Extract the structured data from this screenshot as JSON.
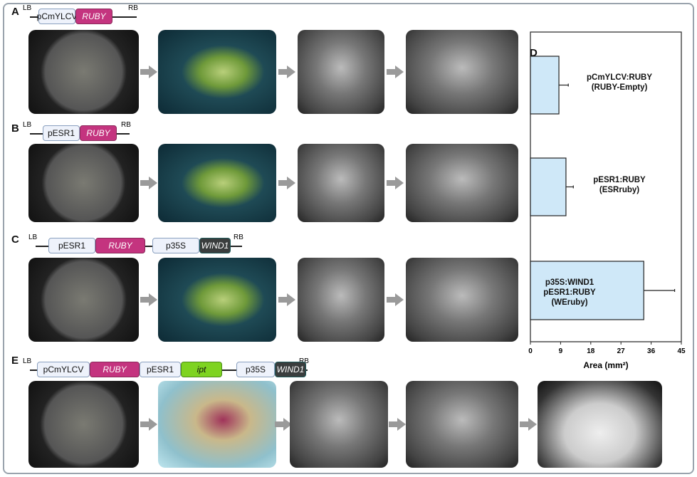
{
  "panels": {
    "A": "A",
    "B": "B",
    "C": "C",
    "D": "D",
    "E": "E"
  },
  "borders": {
    "lb": "LB",
    "rb": "RB"
  },
  "constructs": {
    "A": [
      "pCmYLCV",
      "RUBY"
    ],
    "B": [
      "pESR1",
      "RUBY"
    ],
    "C": [
      "pESR1",
      "RUBY",
      "p35S",
      "WIND1"
    ],
    "E": [
      "pCmYLCV",
      "RUBY",
      "pESR1",
      "ipt",
      "p35S",
      "WIND1"
    ]
  },
  "chart_data": {
    "type": "bar",
    "orientation": "horizontal",
    "categories": [
      "pCmYLCV:RUBY (RUBY-Empty)",
      "pESR1:RUBY (ESRruby)",
      "p35S:WIND1 pESR1:RUBY (WEruby)"
    ],
    "label_lines": [
      [
        "pCmYLCV:RUBY",
        "(RUBY-Empty)"
      ],
      [
        "pESR1:RUBY",
        "(ESRruby)"
      ],
      [
        "p35S:WIND1",
        "pESR1:RUBY",
        "(WEruby)"
      ]
    ],
    "values": [
      8.5,
      10.6,
      33.8
    ],
    "errors": [
      2.8,
      2.2,
      9.2
    ],
    "xlabel": "Area (mm²)",
    "xlim": [
      0,
      45
    ],
    "xticks": [
      "0",
      "9",
      "18",
      "27",
      "36",
      "45"
    ],
    "bar_color": "#cfe8f8"
  }
}
